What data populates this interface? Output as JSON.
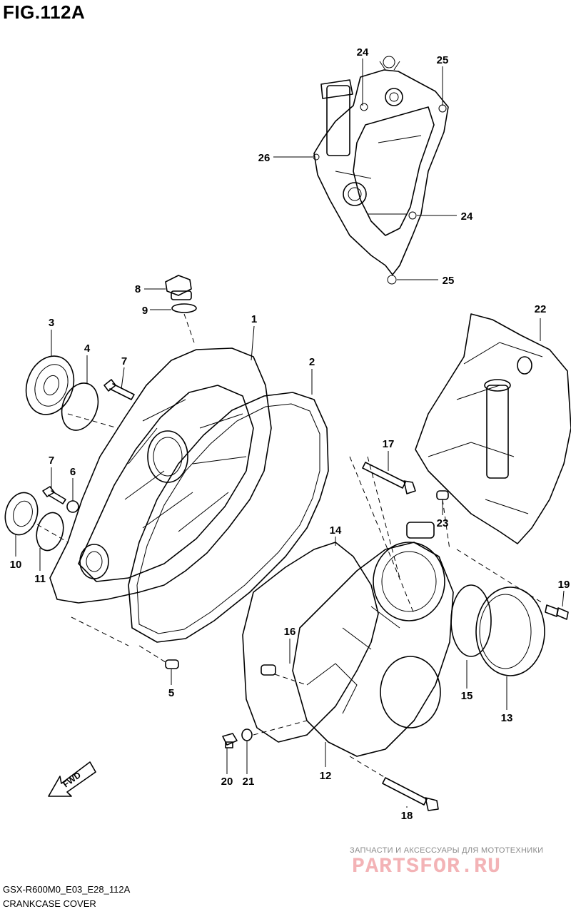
{
  "figure": {
    "title": "FIG.112A",
    "model_code": "GSX-R600M0_E03_E28_112A",
    "caption": "CRANKCASE COVER",
    "direction_label": "FWD"
  },
  "watermark": {
    "tagline": "ЗАПЧАСТИ И АКСЕССУАРЫ ДЛЯ МОТОТЕХНИКИ",
    "logo": "PARTSFOR.RU"
  },
  "callouts": [
    {
      "id": "c24a",
      "number": "24"
    },
    {
      "id": "c25a",
      "number": "25"
    },
    {
      "id": "c26",
      "number": "26"
    },
    {
      "id": "c24b",
      "number": "24"
    },
    {
      "id": "c25b",
      "number": "25"
    },
    {
      "id": "c8",
      "number": "8"
    },
    {
      "id": "c9",
      "number": "9"
    },
    {
      "id": "c1",
      "number": "1"
    },
    {
      "id": "c2",
      "number": "2"
    },
    {
      "id": "c22",
      "number": "22"
    },
    {
      "id": "c3",
      "number": "3"
    },
    {
      "id": "c4",
      "number": "4"
    },
    {
      "id": "c7a",
      "number": "7"
    },
    {
      "id": "c7b",
      "number": "7"
    },
    {
      "id": "c6",
      "number": "6"
    },
    {
      "id": "c10",
      "number": "10"
    },
    {
      "id": "c11",
      "number": "11"
    },
    {
      "id": "c17",
      "number": "17"
    },
    {
      "id": "c23",
      "number": "23"
    },
    {
      "id": "c14",
      "number": "14"
    },
    {
      "id": "c19",
      "number": "19"
    },
    {
      "id": "c16",
      "number": "16"
    },
    {
      "id": "c15",
      "number": "15"
    },
    {
      "id": "c13",
      "number": "13"
    },
    {
      "id": "c5",
      "number": "5"
    },
    {
      "id": "c12",
      "number": "12"
    },
    {
      "id": "c20",
      "number": "20"
    },
    {
      "id": "c21",
      "number": "21"
    },
    {
      "id": "c18",
      "number": "18"
    }
  ]
}
